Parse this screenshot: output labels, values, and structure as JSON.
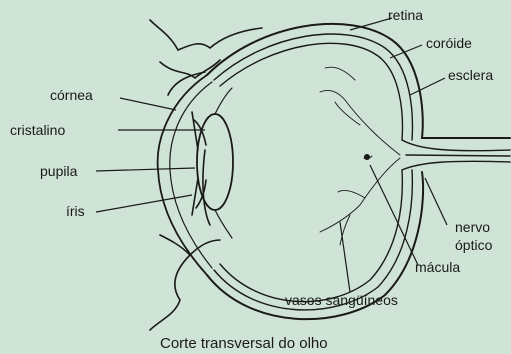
{
  "diagram": {
    "labels": {
      "retina": "retina",
      "coroide": "coróide",
      "esclera": "esclera",
      "cornea": "córnea",
      "cristalino": "cristalino",
      "pupila": "pupila",
      "iris": "íris",
      "nervo": "nervo",
      "optico": "óptico",
      "macula": "mácula",
      "vasos": "vasos sangüíneos"
    },
    "caption": "Corte transversal do olho"
  }
}
